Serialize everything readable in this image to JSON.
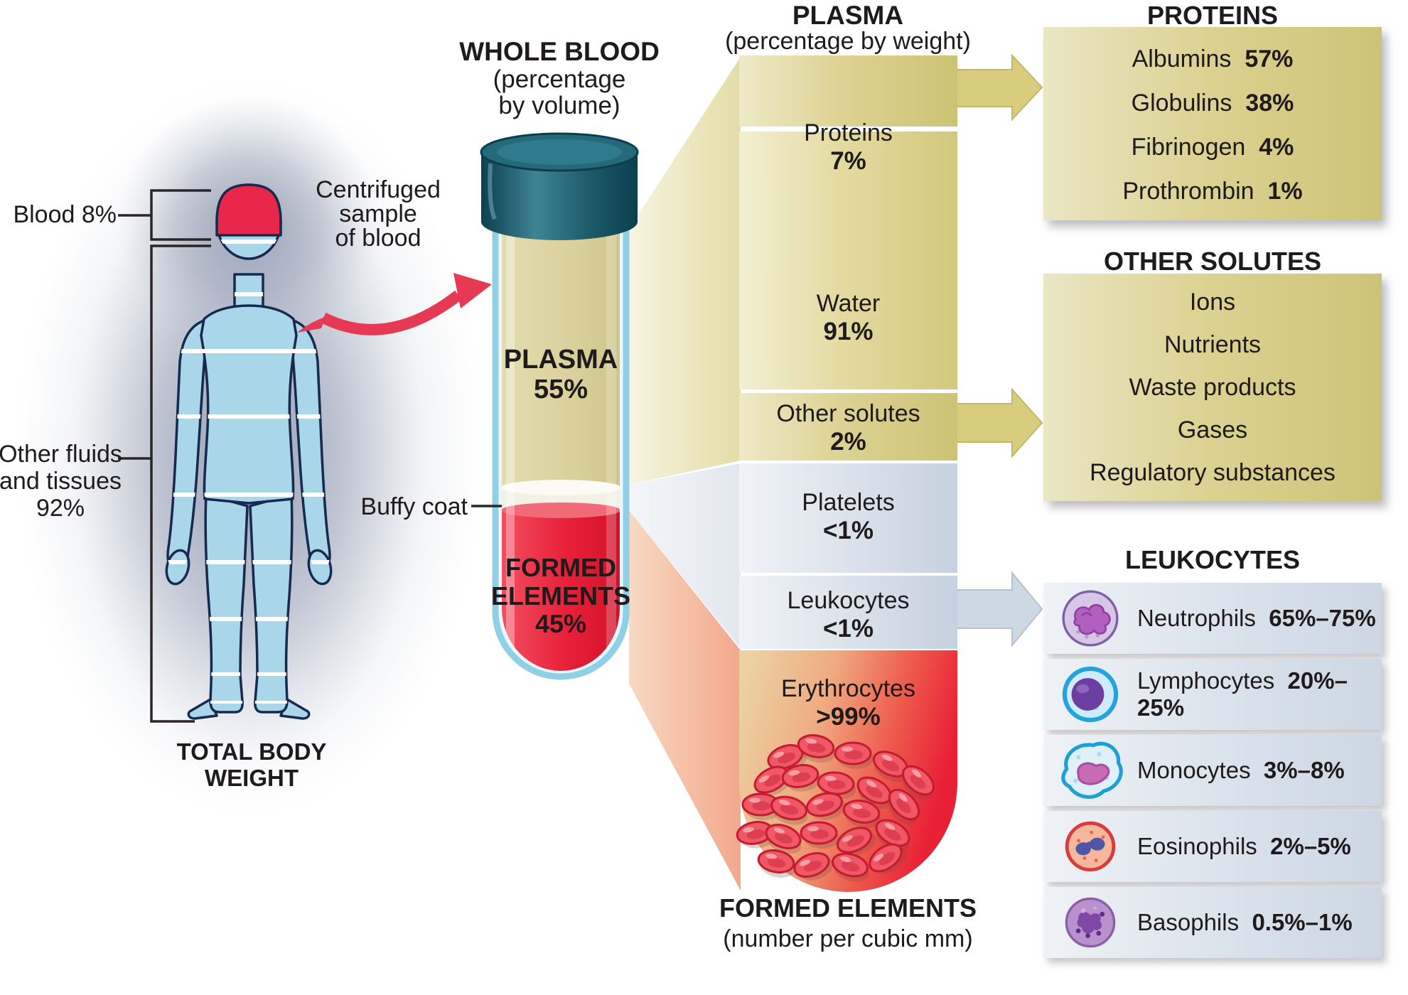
{
  "body_panel": {
    "blood_label": "Blood 8%",
    "other_fluids_label": "Other fluids\nand tissues\n92%",
    "total_label": "TOTAL BODY WEIGHT",
    "centrifuged_label": "Centrifuged\nsample\nof blood"
  },
  "whole_blood": {
    "title": "WHOLE BLOOD",
    "subtitle": "(percentage\nby volume)"
  },
  "tube": {
    "plasma_label": "PLASMA\n55%",
    "buffy_label": "Buffy coat",
    "formed_label": "FORMED\nELEMENTS\n45%"
  },
  "plasma_column": {
    "title": "PLASMA",
    "subtitle": "(percentage by weight)",
    "sections": [
      {
        "name": "Proteins",
        "value": "7%"
      },
      {
        "name": "Water",
        "value": "91%"
      },
      {
        "name": "Other solutes",
        "value": "2%"
      },
      {
        "name": "Platelets",
        "value": "<1%"
      },
      {
        "name": "Leukocytes",
        "value": "<1%"
      },
      {
        "name": "Erythrocytes",
        "value": ">99%"
      }
    ],
    "footer_title": "FORMED ELEMENTS",
    "footer_subtitle": "(number per cubic mm)"
  },
  "proteins_box": {
    "title": "PROTEINS",
    "items": [
      {
        "name": "Albumins",
        "value": "57%"
      },
      {
        "name": "Globulins",
        "value": "38%"
      },
      {
        "name": "Fibrinogen",
        "value": "4%"
      },
      {
        "name": "Prothrombin",
        "value": "1%"
      }
    ]
  },
  "other_solutes_box": {
    "title": "OTHER SOLUTES",
    "items": [
      "Ions",
      "Nutrients",
      "Waste products",
      "Gases",
      "Regulatory substances"
    ]
  },
  "leukocytes_box": {
    "title": "LEUKOCYTES",
    "rows": [
      {
        "name": "Neutrophils",
        "value": "65%–75%",
        "icon": "neutrophil-cell"
      },
      {
        "name": "Lymphocytes",
        "value": "20%–25%",
        "icon": "lymphocyte-cell"
      },
      {
        "name": "Monocytes",
        "value": "3%–8%",
        "icon": "monocyte-cell"
      },
      {
        "name": "Eosinophils",
        "value": "2%–5%",
        "icon": "eosinophil-cell"
      },
      {
        "name": "Basophils",
        "value": "0.5%–1%",
        "icon": "basophil-cell"
      }
    ]
  },
  "icons": {
    "centrifuge_arrow": "curved-red-arrow",
    "proteins_arrow": "right-arrow-khaki",
    "other_solutes_arrow": "right-arrow-khaki",
    "leukocytes_arrow": "right-arrow-bluegray",
    "erythrocyte_cells": "red-blood-cell-cluster"
  },
  "colors": {
    "khaki_box": "#d5cc80",
    "bluegray_box": "#ccd7e2",
    "blood_red": "#e8263c",
    "plasma_beige": "#dcd4a4",
    "cap_teal": "#1d5e6e",
    "body_blue": "#a9d6e9",
    "head_red": "#e8274b",
    "text_dark": "#231f20"
  }
}
